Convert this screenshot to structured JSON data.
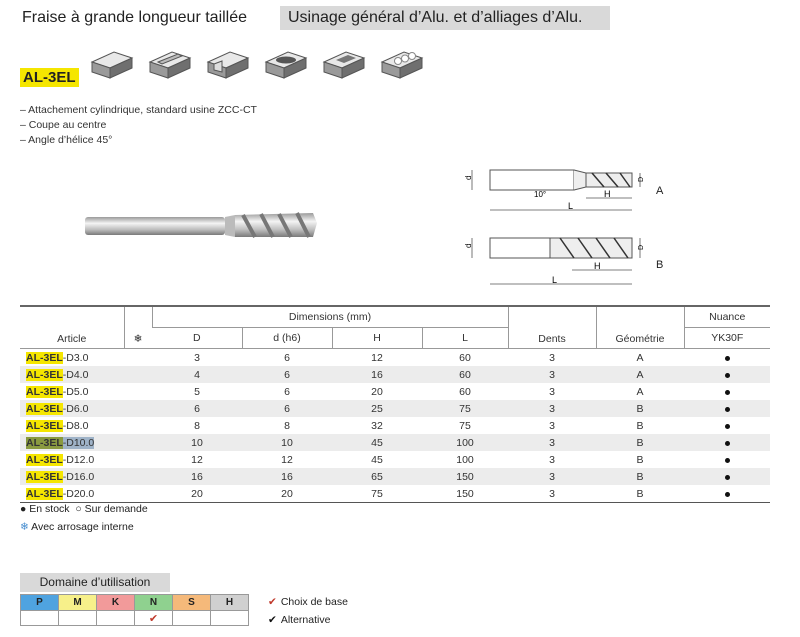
{
  "header": {
    "title": "Fraise à grande longueur taillée",
    "subtitle": "Usinage général d’Alu. et d’alliages d’Alu."
  },
  "product": {
    "code": "AL-3EL",
    "features": [
      "– Attachement cylindrique, standard usine ZCC-CT",
      "– Coupe au centre",
      "– Angle d’hélice 45°"
    ]
  },
  "operations": [
    "shoulder-milling-icon",
    "slotting-icon",
    "side-milling-icon",
    "pocket-milling-icon",
    "face-milling-icon",
    "plunge-milling-icon"
  ],
  "drawing": {
    "label_a": "A",
    "label_b": "B",
    "angle": "10°",
    "dims": {
      "d": "d",
      "D": "D",
      "H": "H",
      "L": "L"
    }
  },
  "table": {
    "headers": {
      "article": "Article",
      "coolant": "❄",
      "dimensions": "Dimensions (mm)",
      "D": "D",
      "d": "d (h6)",
      "H": "H",
      "L": "L",
      "dents": "Dents",
      "geometrie": "Géométrie",
      "nuance": "Nuance",
      "grade": "YK30F"
    },
    "rows": [
      {
        "code": "AL-3EL",
        "suffix": "-D3.0",
        "D": "3",
        "d": "6",
        "H": "12",
        "L": "60",
        "dents": "3",
        "geo": "A"
      },
      {
        "code": "AL-3EL",
        "suffix": "-D4.0",
        "D": "4",
        "d": "6",
        "H": "16",
        "L": "60",
        "dents": "3",
        "geo": "A"
      },
      {
        "code": "AL-3EL",
        "suffix": "-D5.0",
        "D": "5",
        "d": "6",
        "H": "20",
        "L": "60",
        "dents": "3",
        "geo": "A"
      },
      {
        "code": "AL-3EL",
        "suffix": "-D6.0",
        "D": "6",
        "d": "6",
        "H": "25",
        "L": "75",
        "dents": "3",
        "geo": "B"
      },
      {
        "code": "AL-3EL",
        "suffix": "-D8.0",
        "D": "8",
        "d": "8",
        "H": "32",
        "L": "75",
        "dents": "3",
        "geo": "B"
      },
      {
        "code": "AL-3EL",
        "suffix": "-D10.0",
        "D": "10",
        "d": "10",
        "H": "45",
        "L": "100",
        "dents": "3",
        "geo": "B"
      },
      {
        "code": "AL-3EL",
        "suffix": "-D12.0",
        "D": "12",
        "d": "12",
        "H": "45",
        "L": "100",
        "dents": "3",
        "geo": "B"
      },
      {
        "code": "AL-3EL",
        "suffix": "-D16.0",
        "D": "16",
        "d": "16",
        "H": "65",
        "L": "150",
        "dents": "3",
        "geo": "B"
      },
      {
        "code": "AL-3EL",
        "suffix": "-D20.0",
        "D": "20",
        "d": "20",
        "H": "75",
        "L": "150",
        "dents": "3",
        "geo": "B"
      }
    ]
  },
  "legend": {
    "in_stock": "En stock",
    "on_demand": "Sur demande",
    "coolant": "Avec arrosage interne"
  },
  "domain": {
    "title": "Domaine d’utilisation",
    "materials": [
      {
        "letter": "P",
        "color": "#4fa3e0",
        "mark": ""
      },
      {
        "letter": "M",
        "color": "#f7f08a",
        "mark": ""
      },
      {
        "letter": "K",
        "color": "#f29a9a",
        "mark": ""
      },
      {
        "letter": "N",
        "color": "#8fd18f",
        "mark": "✔"
      },
      {
        "letter": "S",
        "color": "#f5b97a",
        "mark": ""
      },
      {
        "letter": "H",
        "color": "#d0d0d0",
        "mark": ""
      }
    ],
    "key_base": "Choix de base",
    "key_alt": "Alternative"
  },
  "colors": {
    "highlight": "#f5e600",
    "accent": "#4a8fd0"
  }
}
